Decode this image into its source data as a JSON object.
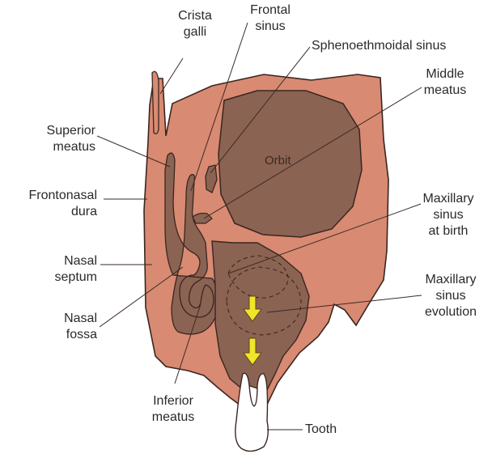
{
  "labels": {
    "crista_galli": [
      "Crista",
      "galli"
    ],
    "frontal_sinus": [
      "Frontal",
      "sinus"
    ],
    "sphenoethmoidal_sinus": "Sphenoethmoidal sinus",
    "middle_meatus": [
      "Middle",
      "meatus"
    ],
    "superior_meatus": [
      "Superior",
      "meatus"
    ],
    "orbit": "Orbit",
    "frontonasal_dura": [
      "Frontonasal",
      "dura"
    ],
    "maxillary_sinus_at_birth": [
      "Maxillary",
      "sinus",
      "at birth"
    ],
    "nasal_septum": [
      "Nasal",
      "septum"
    ],
    "maxillary_sinus_evolution": [
      "Maxillary",
      "sinus",
      "evolution"
    ],
    "nasal_fossa": [
      "Nasal",
      "fossa"
    ],
    "inferior_meatus": [
      "Inferior",
      "meatus"
    ],
    "tooth": "Tooth"
  },
  "colors": {
    "tissue": "#d98a72",
    "cavity": "#8b6353",
    "outline": "#3a2620",
    "arrow": "#f0e52a",
    "leader": "#3a2a25"
  }
}
